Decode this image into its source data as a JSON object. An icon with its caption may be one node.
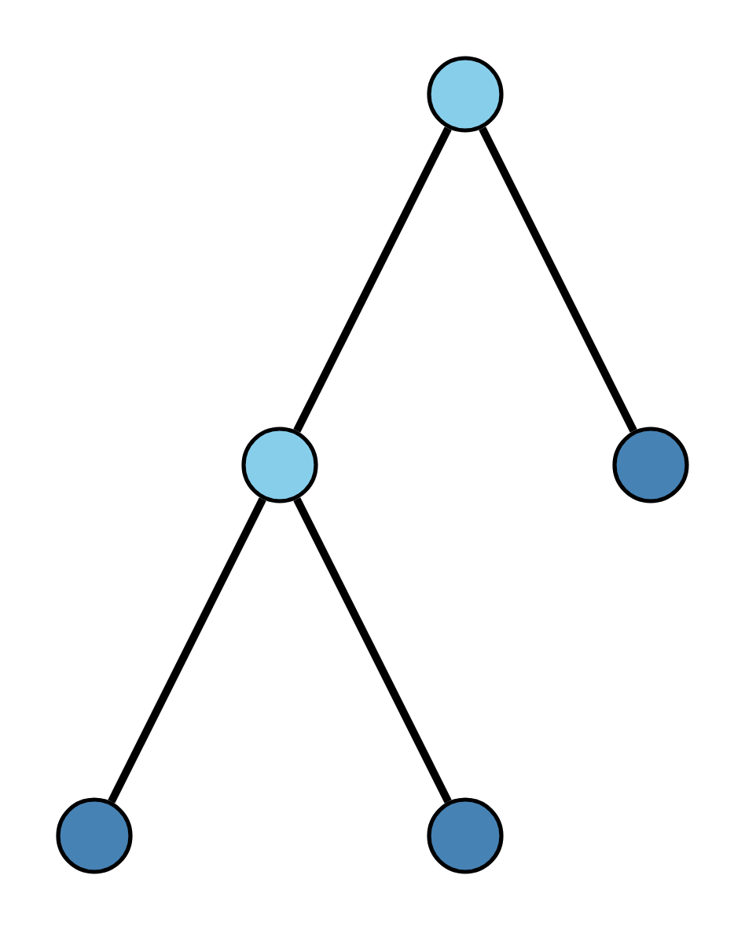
{
  "diagram": {
    "nodes": [
      {
        "text": [],
        "shape": "circle"
      },
      {
        "text": [],
        "shape": "circle"
      },
      {
        "text": [],
        "shape": "circle"
      },
      {
        "text": [],
        "shape": "circle"
      },
      {
        "text": [],
        "shape": "circle"
      }
    ],
    "edges": [
      {
        "from": 0,
        "to": 1,
        "arrow": "none"
      },
      {
        "from": 0,
        "to": 2,
        "arrow": "none"
      },
      {
        "from": 1,
        "to": 3,
        "arrow": "none"
      },
      {
        "from": 1,
        "to": 4,
        "arrow": "none"
      }
    ]
  }
}
